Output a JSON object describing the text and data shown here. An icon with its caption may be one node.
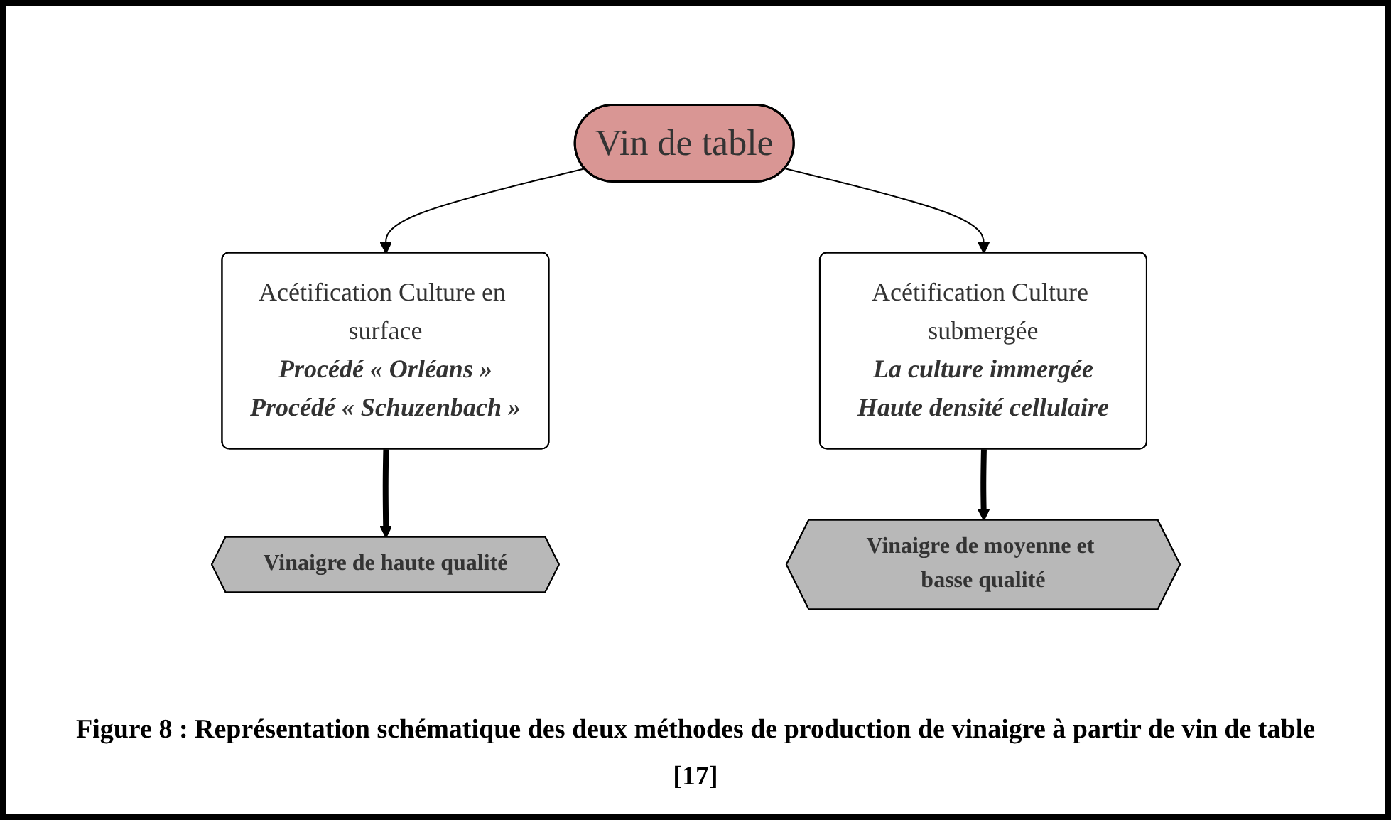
{
  "diagram": {
    "caption": "Figure 8 : Représentation schématique des deux méthodes de production de vinaigre à partir de vin de table [17]",
    "nodes": [
      {
        "text": [
          "Vin de table"
        ]
      },
      {
        "text": [
          "Acétification Culture en surface",
          "Procédé « Orléans »",
          "Procédé « Schuzenbach »"
        ]
      },
      {
        "text": [
          "Acétification Culture submergée",
          "La culture immergée",
          "Haute densité cellulaire"
        ]
      },
      {
        "text": [
          "Vinaigre de haute qualité"
        ]
      },
      {
        "text": [
          "Vinaigre de moyenne et basse qualité"
        ]
      }
    ],
    "edges": [
      {
        "from": 0,
        "to": 1,
        "arrow": "to"
      },
      {
        "from": 0,
        "to": 2,
        "arrow": "to"
      },
      {
        "from": 1,
        "to": 3,
        "arrow": "to",
        "style": "thick"
      },
      {
        "from": 2,
        "to": 4,
        "arrow": "to",
        "style": "thick"
      }
    ]
  }
}
